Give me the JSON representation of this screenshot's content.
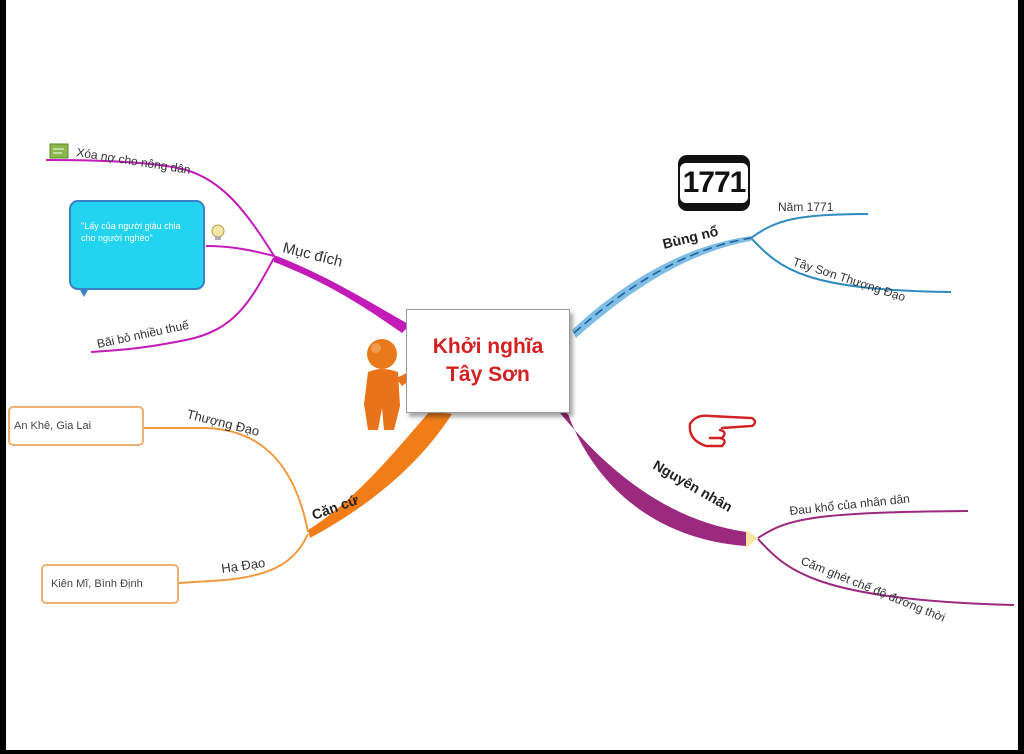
{
  "center": {
    "line1": "Khởi nghĩa",
    "line2": "Tây Sơn"
  },
  "branches": {
    "muc_dich": {
      "label": "Mục đích",
      "color": "#c21bb8",
      "items": {
        "xoa_no": "Xóa nợ cho nông dân",
        "quote": "\"Lấy của người giàu chia cho người nghèo\"",
        "bai_bo": "Bãi bỏ nhiều thuế"
      }
    },
    "bung_no": {
      "label": "Bùng nổ",
      "color": "#7dbde6",
      "badge": "1771",
      "items": {
        "nam": "Năm 1771",
        "tay_son": "Tây Sơn Thượng Đạo"
      }
    },
    "can_cu": {
      "label": "Căn cứ",
      "color": "#f07d18",
      "items": {
        "thuong_dao": "Thượng Đạo",
        "an_khe": "An Khê, Gia Lai",
        "ha_dao": "Hạ Đạo",
        "kien_my": "Kiên Mĩ, Bình Định"
      }
    },
    "nguyen_nhan": {
      "label": "Nguyên nhân",
      "color": "#9b2a7e",
      "items": {
        "dau_kho": "Đau khổ của nhân dân",
        "cam_ghet": "Căm ghét chế độ đương thời"
      }
    }
  },
  "icons": [
    "person-pointing-icon",
    "hand-pointing-icon",
    "note-icon",
    "bulb-icon"
  ]
}
